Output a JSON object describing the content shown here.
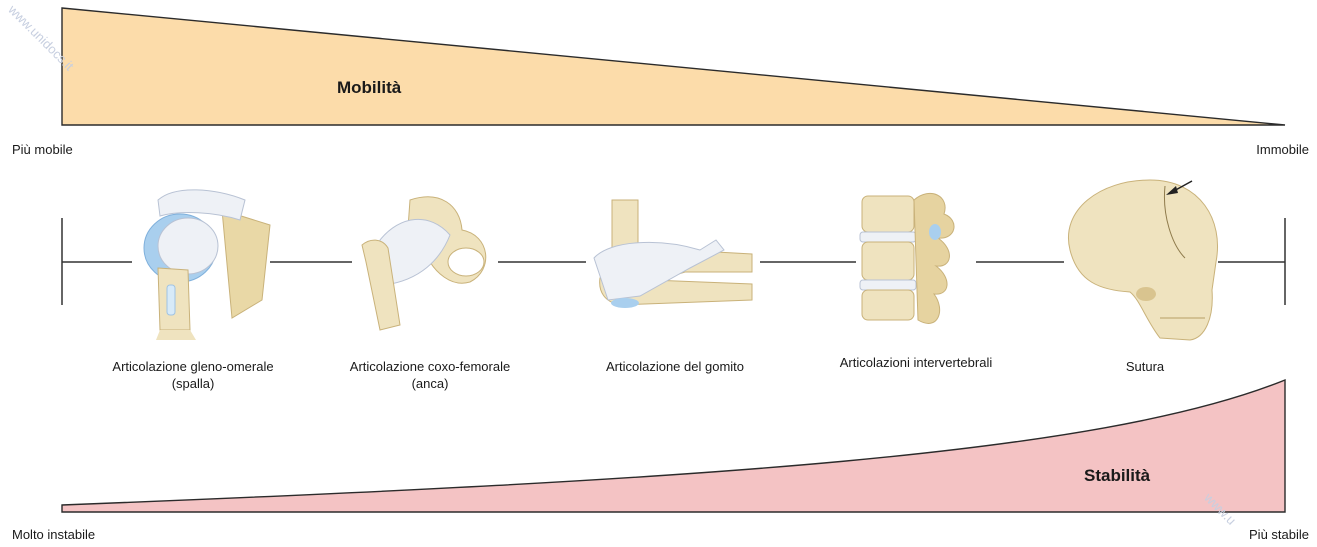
{
  "mobility": {
    "title": "Mobilità",
    "left_label": "Più mobile",
    "right_label": "Immobile",
    "fill": "#fcdcaa",
    "stroke": "#2b2b2b"
  },
  "stability": {
    "title": "Stabilità",
    "left_label": "Molto instabile",
    "right_label": "Più stabile",
    "fill": "#f4c3c4",
    "stroke": "#2b2b2b"
  },
  "joints": [
    {
      "icon": "shoulder-joint-icon",
      "line1": "Articolazione gleno-omerale",
      "line2": "(spalla)"
    },
    {
      "icon": "hip-joint-icon",
      "line1": "Articolazione coxo-femorale",
      "line2": "(anca)"
    },
    {
      "icon": "elbow-joint-icon",
      "line1": "Articolazione del gomito",
      "line2": ""
    },
    {
      "icon": "vertebral-joints-icon",
      "line1": "Articolazioni intervertebrali",
      "line2": ""
    },
    {
      "icon": "skull-suture-icon",
      "line1": "Sutura",
      "line2": ""
    }
  ],
  "watermark": {
    "text_top": "www.unidocs.it",
    "text_bottom": "www.u"
  },
  "colors": {
    "bone": "#efe3bf",
    "bone_shade": "#d9c48f",
    "ligament": "#eef1f6",
    "cartilage": "#a9cfee",
    "axis": "#333333"
  }
}
